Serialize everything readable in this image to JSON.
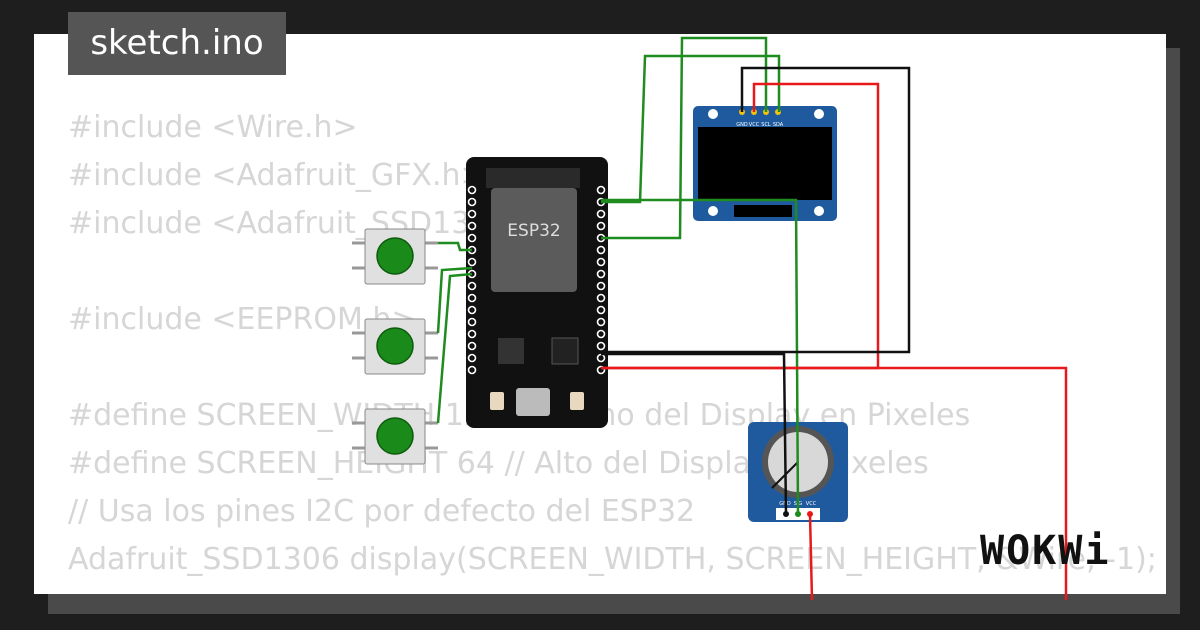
{
  "file_tab": {
    "label": "sketch.ino"
  },
  "code_lines": [
    "#include <Wire.h>",
    "#include <Adafruit_GFX.h>",
    "#include <Adafruit_SSD1306.h>",
    "",
    "#include <EEPROM.h>",
    "",
    "#define SCREEN_WIDTH 128 // Ancho del Display en Pixeles",
    "#define SCREEN_HEIGHT 64 // Alto del Display en Pixeles",
    "// Usa los pines I2C por defecto del ESP32",
    "Adafruit_SSD1306 display(SCREEN_WIDTH, SCREEN_HEIGHT, &Wire, -1);"
  ],
  "esp32": {
    "label": "ESP32"
  },
  "oled": {
    "pins": [
      "GND",
      "VCC",
      "SCL",
      "SDA"
    ]
  },
  "potentiometer": {
    "pins": [
      "GND",
      "SIG",
      "VCC"
    ]
  },
  "logo": {
    "text": "WOKWi"
  },
  "colors": {
    "wire_green": "#1e8c1e",
    "wire_red": "#e8191b",
    "wire_black": "#111111",
    "oled_pcb": "#1f5a9e",
    "pot_pcb": "#1f5a9e",
    "button_cap": "#1a8a1a",
    "background": "#1e1e1e"
  }
}
